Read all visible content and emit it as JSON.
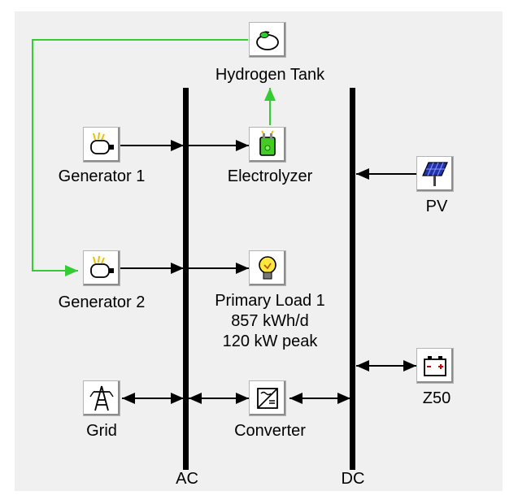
{
  "diagram": {
    "components": {
      "hydrogen_tank": {
        "label": "Hydrogen Tank",
        "icon": "hydrogen-tank-icon"
      },
      "generator_1": {
        "label": "Generator 1",
        "icon": "generator-icon"
      },
      "electrolyzer": {
        "label": "Electrolyzer",
        "icon": "electrolyzer-icon"
      },
      "pv": {
        "label": "PV",
        "icon": "solar-panel-icon"
      },
      "generator_2": {
        "label": "Generator 2",
        "icon": "generator-icon"
      },
      "primary_load": {
        "label_line1": "Primary Load 1",
        "label_line2": "857 kWh/d",
        "label_line3": "120 kW peak",
        "icon": "light-bulb-icon"
      },
      "grid": {
        "label": "Grid",
        "icon": "transmission-tower-icon"
      },
      "converter": {
        "label": "Converter",
        "icon": "converter-icon"
      },
      "z50": {
        "label": "Z50",
        "icon": "battery-icon"
      }
    },
    "buses": {
      "ac": {
        "label": "AC"
      },
      "dc": {
        "label": "DC"
      }
    },
    "colors": {
      "bus": "#000000",
      "flow_arrow": "#000000",
      "hydrogen_flow": "#33cc33",
      "background": "#f0f0f0"
    }
  }
}
